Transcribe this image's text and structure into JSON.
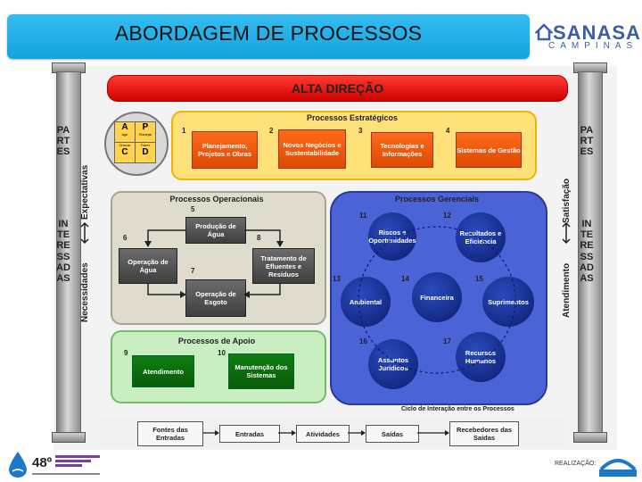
{
  "title": "ABORDAGEM DE PROCESSOS",
  "brand": {
    "name": "SANASA",
    "subtitle": "CAMPINAS"
  },
  "left_side": {
    "letters_top": "PARTES",
    "letters_bottom": "INTERESSADAS",
    "label_top": "Expectativas",
    "label_bottom": "Necessidades"
  },
  "right_side": {
    "letters_top": "PARTES",
    "letters_bottom": "INTERESSADAS",
    "label_top": "Satisfação",
    "label_bottom": "Atendimento"
  },
  "alta_direcao": "ALTA DIREÇÃO",
  "pdca": {
    "p": "P",
    "a": "A",
    "c": "C",
    "d": "D",
    "p_small": "Planejar",
    "a_small": "Agir",
    "c_small": "Checar",
    "d_small": "Fazer"
  },
  "estrategicos": {
    "title": "Processos Estratégicos",
    "items": [
      {
        "num": "1",
        "label": "Planejamento, Projetos e Obras"
      },
      {
        "num": "2",
        "label": "Novos Negócios e Sustentabilidade"
      },
      {
        "num": "3",
        "label": "Tecnologias e Informações"
      },
      {
        "num": "4",
        "label": "Sistemas de Gestão"
      }
    ]
  },
  "operacionais": {
    "title": "Processos Operacionais",
    "items": [
      {
        "num": "5",
        "label": "Produção de Água"
      },
      {
        "num": "6",
        "label": "Operação de Água"
      },
      {
        "num": "8",
        "label": "Tratamento de Efluentes e Resíduos"
      },
      {
        "num": "7",
        "label": "Operação de Esgoto"
      }
    ]
  },
  "gerenciais": {
    "title": "Processos Gerenciais",
    "items": [
      {
        "num": "11",
        "label": "Riscos e Oportunidades"
      },
      {
        "num": "12",
        "label": "Resultados e Eficiência"
      },
      {
        "num": "13",
        "label": "Ambiental"
      },
      {
        "num": "14",
        "label": "Financeira"
      },
      {
        "num": "15",
        "label": "Suprimentos"
      },
      {
        "num": "16",
        "label": "Assuntos Jurídicos"
      },
      {
        "num": "17",
        "label": "Recursos Humanos"
      }
    ]
  },
  "apoio": {
    "title": "Processos de Apoio",
    "items": [
      {
        "num": "9",
        "label": "Atendimento"
      },
      {
        "num": "10",
        "label": "Manutenção dos Sistemas"
      }
    ]
  },
  "ciclo": "Ciclo de Interação entre os Processos",
  "flow": [
    "Fontes das Entradas",
    "Entradas",
    "Atividades",
    "Saídas",
    "Recebedores das Saídas"
  ],
  "footer": {
    "realizacao": "REALIZAÇÃO:",
    "congress": "48º"
  }
}
